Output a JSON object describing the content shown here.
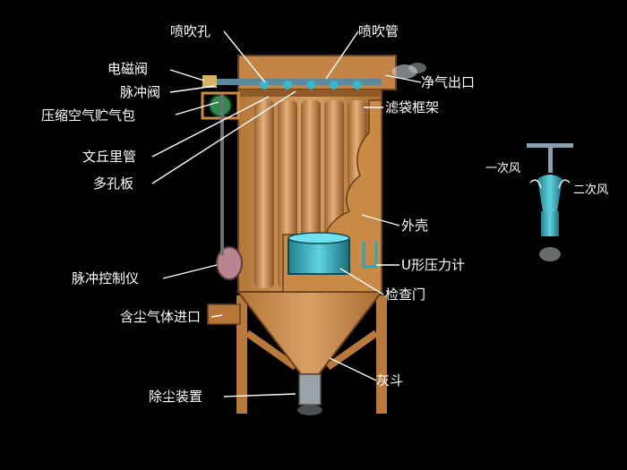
{
  "diagram": {
    "labels": {
      "spray_hole": "喷吹孔",
      "spray_pipe": "喷吹管",
      "solenoid_valve": "电磁阀",
      "pulse_valve": "脉冲阀",
      "air_tank": "压缩空气贮气包",
      "venturi": "文丘里管",
      "orifice_plate": "多孔板",
      "clean_outlet": "净气出口",
      "bag_cage": "滤袋框架",
      "shell": "外壳",
      "u_gauge": "U形压力计",
      "inspection_door": "检查门",
      "pulse_controller": "脉冲控制仪",
      "dusty_inlet": "含尘气体进口",
      "hopper": "灰斗",
      "dust_discharge": "除尘装置"
    },
    "inset": {
      "primary_air": "一次风",
      "secondary_air": "二次风"
    },
    "colors": {
      "background": "#000000",
      "body": "#c98a45",
      "body_dark": "#8f5a28",
      "bag": "#d99f5c",
      "teal": "#2aa7b8",
      "label": "#ffffff"
    }
  }
}
